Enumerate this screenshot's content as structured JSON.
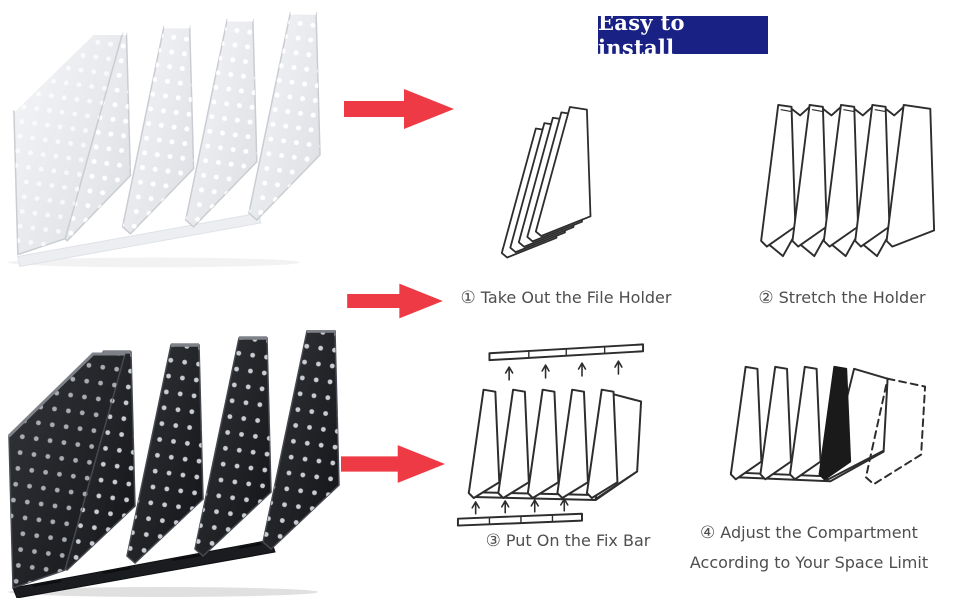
{
  "banner": {
    "label": "Easy to install",
    "bg_color": "#1a2185",
    "text_color": "#ffffff"
  },
  "colors": {
    "arrow_red": "#ee3a45",
    "sketch_line": "#2d2d2d",
    "caption_text": "#4e4e4e"
  },
  "products": {
    "white": {
      "label": "white 4-slot collapsible file organizer photo",
      "body_color": "#e9ebee"
    },
    "black": {
      "label": "black 4-slot collapsible file organizer photo",
      "body_color": "#202226"
    }
  },
  "steps": [
    {
      "num": "①",
      "line1": "Take Out the File Holder",
      "line2": ""
    },
    {
      "num": "②",
      "line1": "Stretch the Holder",
      "line2": ""
    },
    {
      "num": "③",
      "line1": "Put On the Fix Bar",
      "line2": ""
    },
    {
      "num": "④",
      "line1": "Adjust the Compartment",
      "line2": "According to Your Space Limit"
    }
  ]
}
